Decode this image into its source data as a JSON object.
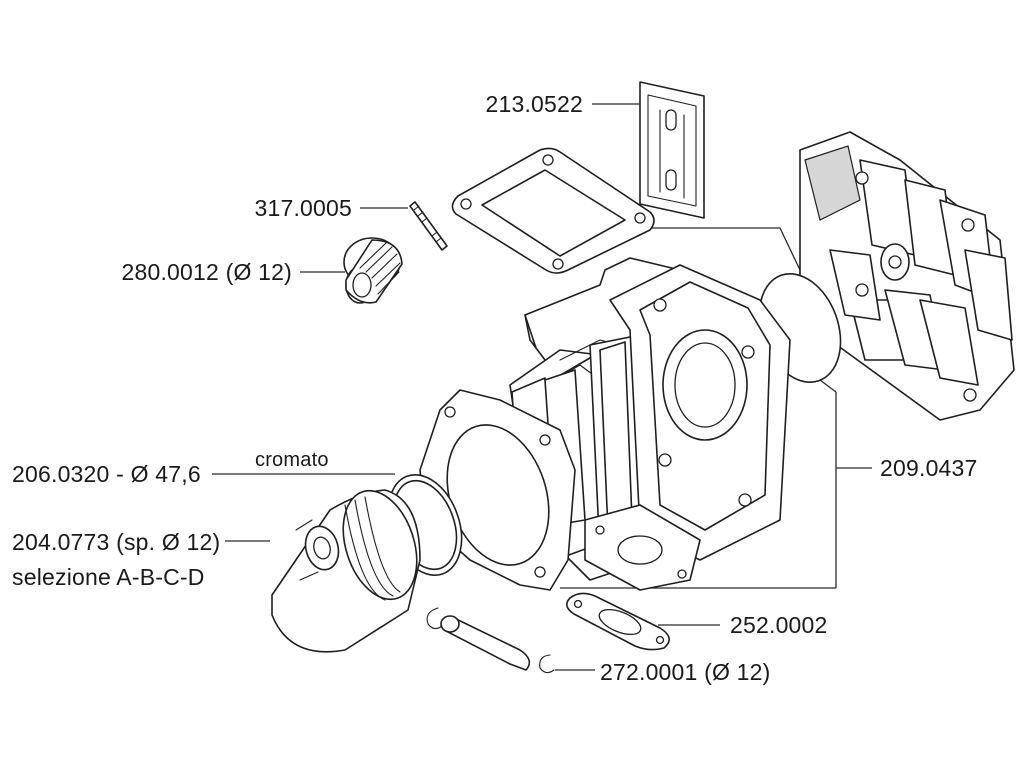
{
  "parts": [
    {
      "id": "reed-valve",
      "code": "213.0522"
    },
    {
      "id": "stud",
      "code": "317.0005"
    },
    {
      "id": "needle-bearing",
      "code": "280.0012 (Ø 12)"
    },
    {
      "id": "piston-ring",
      "code": "206.0320 - Ø 47,6",
      "note": "cromato"
    },
    {
      "id": "piston",
      "code": "204.0773 (sp. Ø 12)",
      "note": "selezione A-B-C-D"
    },
    {
      "id": "cylinder-kit",
      "code": "209.0437"
    },
    {
      "id": "exhaust-gasket",
      "code": "252.0002"
    },
    {
      "id": "circlip",
      "code": "272.0001 (Ø 12)"
    }
  ],
  "colors": {
    "line": "#1f1f1f",
    "text": "#1a1a1a",
    "shade": "#d6d6d6",
    "background": "#ffffff"
  }
}
